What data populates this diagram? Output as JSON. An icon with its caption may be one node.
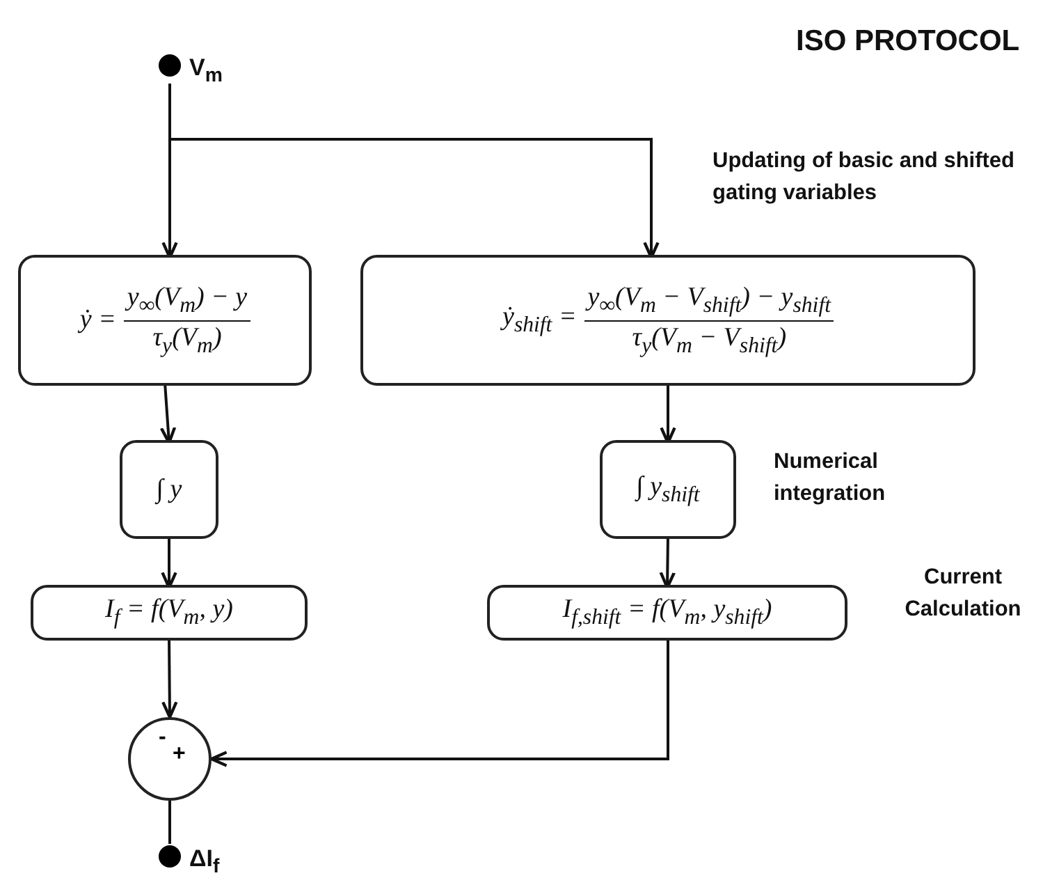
{
  "diagram": {
    "title": "ISO PROTOCOL",
    "nodes": [
      {
        "text": [
          "V$_{m}$"
        ]
      },
      {
        "text": [
          "ẏ =",
          "y$_{∞}$(V$_{m}$) − y",
          "τ$_{y}$(V$_{m}$)"
        ]
      },
      {
        "text": [
          "ẏ$_{shift}$ =",
          "y$_{∞}$(V$_{m}$ − V$_{shift}$) − y$_{shift}$",
          "τ$_{y}$(V$_{m}$ − V$_{shift}$)"
        ]
      },
      {
        "text": [
          "∫ y"
        ]
      },
      {
        "text": [
          "∫ y$_{shift}$"
        ]
      },
      {
        "text": [
          "I$_{f}$ = f(V$_{m}$, y)"
        ]
      },
      {
        "text": [
          "I$_{f,shift}$ = f(V$_{m}$, y$_{shift}$)"
        ]
      },
      {
        "text": [
          "-",
          "+"
        ]
      },
      {
        "text": [
          "ΔI$_{f}$"
        ]
      }
    ],
    "edges": [
      {
        "from": 0,
        "to": 1,
        "arrow": "to"
      },
      {
        "from": 0,
        "to": 2,
        "arrow": "to"
      },
      {
        "from": 1,
        "to": 3,
        "arrow": "to"
      },
      {
        "from": 3,
        "to": 5,
        "arrow": "to"
      },
      {
        "from": 2,
        "to": 4,
        "arrow": "to"
      },
      {
        "from": 4,
        "to": 6,
        "arrow": "to"
      },
      {
        "from": 5,
        "to": 7,
        "arrow": "to"
      },
      {
        "from": 6,
        "to": 7,
        "arrow": "to"
      },
      {
        "from": 7,
        "to": 8,
        "arrow": "none"
      }
    ],
    "labels": [
      "Updating of basic and shifted gating variables",
      "Numerical integration",
      "Current Calculation"
    ]
  }
}
